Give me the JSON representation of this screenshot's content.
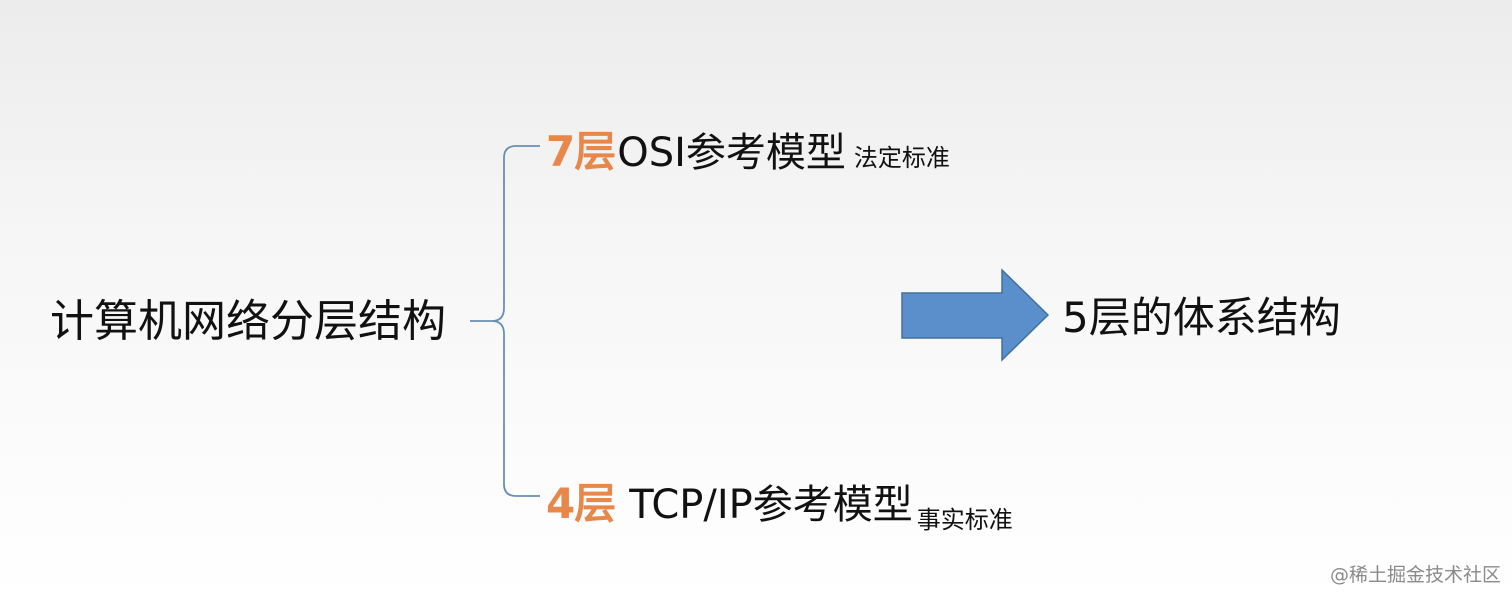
{
  "root": {
    "label": "计算机网络分层结构"
  },
  "branches": {
    "osi": {
      "layer_count": "7层",
      "model_name": "OSI参考模型",
      "standard": "法定标准"
    },
    "tcpip": {
      "layer_count": "4层",
      "model_name": "TCP/IP参考模型",
      "standard": "事实标准"
    }
  },
  "result": {
    "label": "5层的体系结构"
  },
  "watermark": {
    "text": "@稀土掘金技术社区"
  },
  "colors": {
    "bracket": "#6b8fb3",
    "arrow_fill": "#5b8fcb",
    "arrow_stroke": "#41719c",
    "accent": "#e8874a"
  }
}
